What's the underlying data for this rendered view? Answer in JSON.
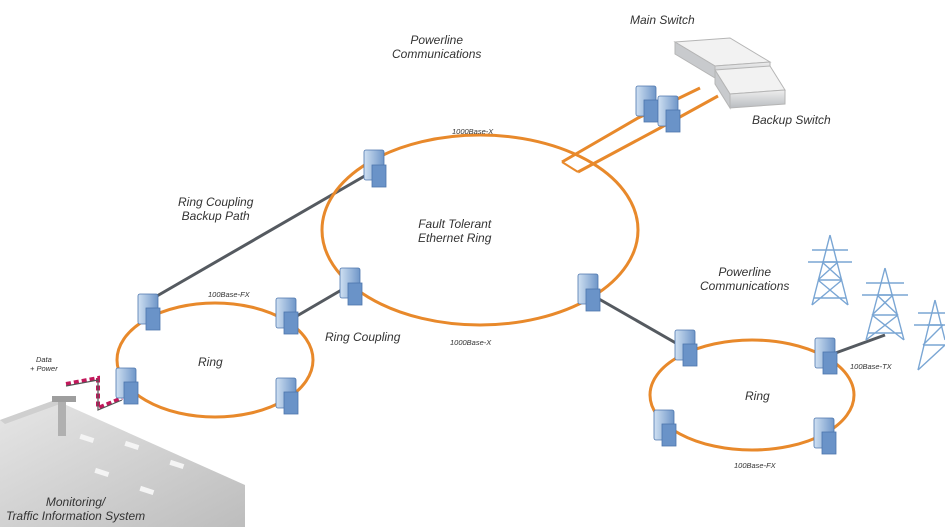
{
  "labels": {
    "powerline_top": [
      "Powerline",
      "Communications"
    ],
    "main_switch": "Main Switch",
    "backup_switch": "Backup Switch",
    "base_x_top": "1000Base-X",
    "ring_coupling_backup_path": [
      "Ring Coupling",
      "Backup Path"
    ],
    "fault_tolerant_ring": [
      "Fault Tolerant",
      "Ethernet Ring"
    ],
    "powerline_right": [
      "Powerline",
      "Communications"
    ],
    "base_fx_left": "100Base-FX",
    "ring_left": "Ring",
    "ring_coupling": "Ring Coupling",
    "base_x_bottom": "1000Base-X",
    "data_power": [
      "Data",
      "+ Power"
    ],
    "ring_right": "Ring",
    "base_tx_right": "100Base-TX",
    "base_fx_right": "100Base-FX",
    "monitoring": [
      "Monitoring/",
      "Traffic Information System"
    ]
  },
  "colors": {
    "ring": "#e8892b",
    "link": "#555a60",
    "device": "#a9c3e0",
    "device_dark": "#5b85bd",
    "power_cable": "#c2185b",
    "tower": "#7aa6d4",
    "switch": "#d7d9dc"
  }
}
